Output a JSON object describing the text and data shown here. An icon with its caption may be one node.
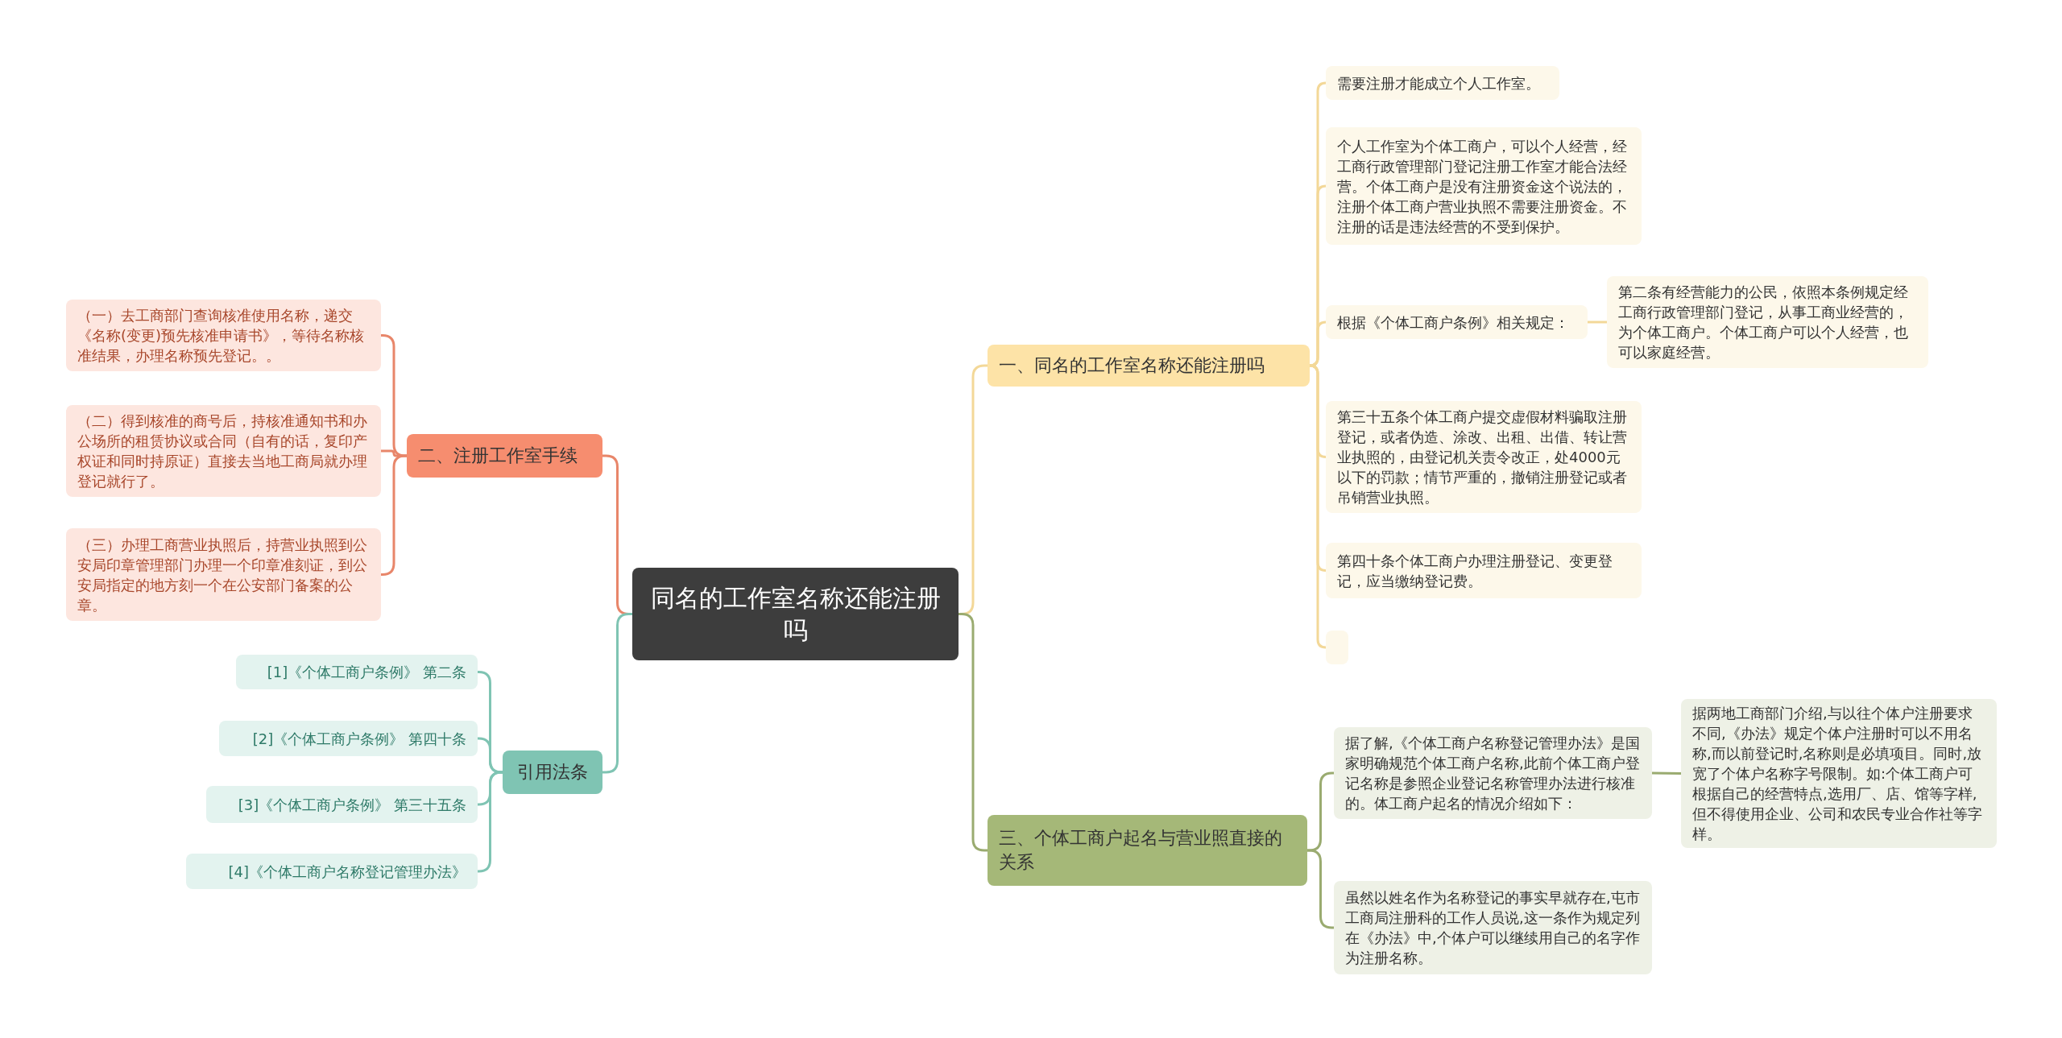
{
  "diagram": {
    "nodes": [
      {
        "text": [
          "同名的工作室名称还能注册吗"
        ]
      },
      {
        "text": [
          "一、同名的工作室名称还能注册吗"
        ]
      },
      {
        "text": [
          "需要注册才能成立个人工作室。"
        ]
      },
      {
        "text": [
          "个人工作室为个体工商户，可以个人经营，经工商行政管理部门登记注册工作室才能合法经营。个体工商户是没有注册资金这个说法的，注册个体工商户营业执照不需要注册资金。不注册的话是违法经营的不受到保护。"
        ]
      },
      {
        "text": [
          "根据《个体工商户条例》相关规定："
        ]
      },
      {
        "text": [
          "第二条有经营能力的公民，依照本条例规定经工商行政管理部门登记，从事工商业经营的，为个体工商户。个体工商户可以个人经营，也可以家庭经营。"
        ]
      },
      {
        "text": [
          "第三十五条个体工商户提交虚假材料骗取注册登记，或者伪造、涂改、出租、出借、转让营业执照的，由登记机关责令改正，处4000元以下的罚款；情节严重的，撤销注册登记或者吊销营业执照。"
        ]
      },
      {
        "text": [
          "第四十条个体工商户办理注册登记、变更登记，应当缴纳登记费。"
        ]
      },
      {
        "text": [],
        "shape": "box"
      },
      {
        "text": [
          "三、个体工商户起名与营业照直接的关系"
        ]
      },
      {
        "text": [
          "据了解,《个体工商户名称登记管理办法》是国家明确规范个体工商户名称,此前个体工商户登记名称是参照企业登记名称管理办法进行核准的。体工商户起名的情况介绍如下："
        ]
      },
      {
        "text": [
          "据两地工商部门介绍,与以往个体户注册要求不同,《办法》规定个体户注册时可以不用名称,而以前登记时,名称则是必填项目。同时,放宽了个体户名称字号限制。如:个体工商户可根据自己的经营特点,选用厂、店、馆等字样,但不得使用企业、公司和农民专业合作社等字样。"
        ]
      },
      {
        "text": [
          "虽然以姓名作为名称登记的事实早就存在,屯市工商局注册科的工作人员说,这一条作为规定列在《办法》中,个体户可以继续用自己的名字作为注册名称。"
        ]
      },
      {
        "text": [
          "二、注册工作室手续"
        ]
      },
      {
        "text": [
          "（一）去工商部门查询核准使用名称，递交《名称(变更)预先核准申请书》，等待名称核准结果，办理名称预先登记。。"
        ]
      },
      {
        "text": [
          "（二）得到核准的商号后，持核准通知书和办公场所的租赁协议或合同（自有的话，复印产权证和同时持原证）直接去当地工商局就办理登记就行了。"
        ]
      },
      {
        "text": [
          "（三）办理工商营业执照后，持营业执照到公安局印章管理部门办理一个印章准刻证，到公安局指定的地方刻一个在公安部门备案的公章。"
        ]
      },
      {
        "text": [
          "引用法条"
        ]
      },
      {
        "text": [
          "[1]《个体工商户条例》 第二条"
        ]
      },
      {
        "text": [
          "[2]《个体工商户条例》 第四十条"
        ]
      },
      {
        "text": [
          "[3]《个体工商户条例》 第三十五条"
        ]
      },
      {
        "text": [
          "[4]《个体工商户名称登记管理办法》"
        ]
      }
    ],
    "edges": [
      {
        "from": 0,
        "to": 1,
        "arrow": "none",
        "color": "#f3d898"
      },
      {
        "from": 1,
        "to": 2,
        "arrow": "none",
        "color": "#f3d898"
      },
      {
        "from": 1,
        "to": 3,
        "arrow": "none",
        "color": "#f3d898"
      },
      {
        "from": 1,
        "to": 4,
        "arrow": "none",
        "color": "#f3d898"
      },
      {
        "from": 4,
        "to": 5,
        "arrow": "none",
        "color": "#f3d898"
      },
      {
        "from": 1,
        "to": 6,
        "arrow": "none",
        "color": "#f3d898"
      },
      {
        "from": 1,
        "to": 7,
        "arrow": "none",
        "color": "#f3d898"
      },
      {
        "from": 1,
        "to": 8,
        "arrow": "none",
        "color": "#f3d898"
      },
      {
        "from": 0,
        "to": 9,
        "arrow": "none",
        "color": "#9aab70"
      },
      {
        "from": 9,
        "to": 10,
        "arrow": "none",
        "color": "#9aab70"
      },
      {
        "from": 10,
        "to": 11,
        "arrow": "none",
        "color": "#9aab70"
      },
      {
        "from": 9,
        "to": 12,
        "arrow": "none",
        "color": "#9aab70"
      },
      {
        "from": 0,
        "to": 13,
        "arrow": "none",
        "color": "#e8866a"
      },
      {
        "from": 13,
        "to": 14,
        "arrow": "none",
        "color": "#e8866a"
      },
      {
        "from": 13,
        "to": 15,
        "arrow": "none",
        "color": "#e8866a"
      },
      {
        "from": 13,
        "to": 16,
        "arrow": "none",
        "color": "#e8866a"
      },
      {
        "from": 0,
        "to": 17,
        "arrow": "none",
        "color": "#7fc4b3"
      },
      {
        "from": 17,
        "to": 18,
        "arrow": "none",
        "color": "#7fc4b3"
      },
      {
        "from": 17,
        "to": 19,
        "arrow": "none",
        "color": "#7fc4b3"
      },
      {
        "from": 17,
        "to": 20,
        "arrow": "none",
        "color": "#7fc4b3"
      },
      {
        "from": 17,
        "to": 21,
        "arrow": "none",
        "color": "#7fc4b3"
      }
    ]
  }
}
